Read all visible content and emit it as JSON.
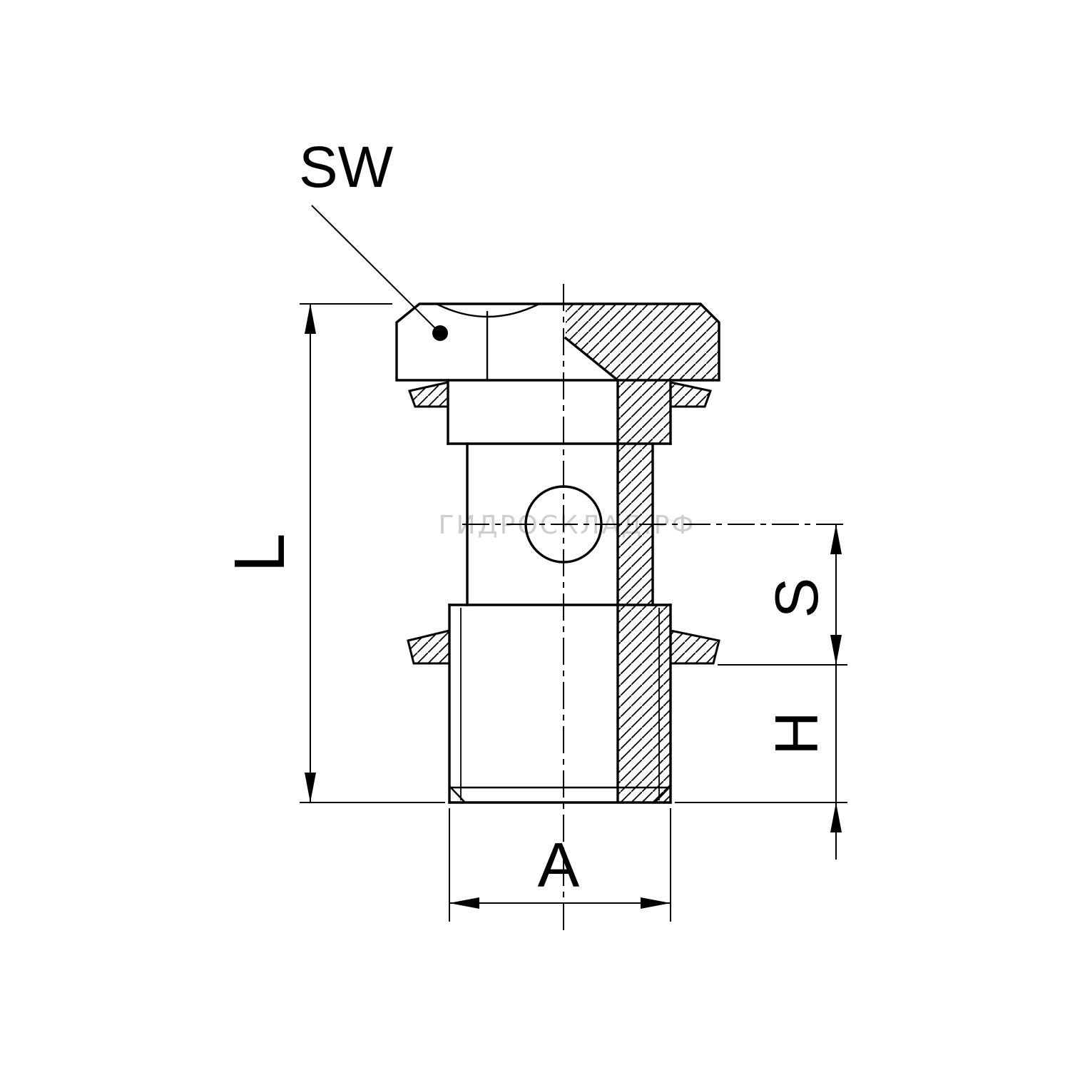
{
  "drawing": {
    "labels": {
      "wrench_size": "SW",
      "length": "L",
      "dim_s": "S",
      "dim_h": "H",
      "dim_a": "A"
    },
    "watermark": "ГИДРОСКЛАД.РФ",
    "colors": {
      "line": "#000000",
      "background": "#ffffff",
      "watermark": "#c8c8c8"
    }
  }
}
